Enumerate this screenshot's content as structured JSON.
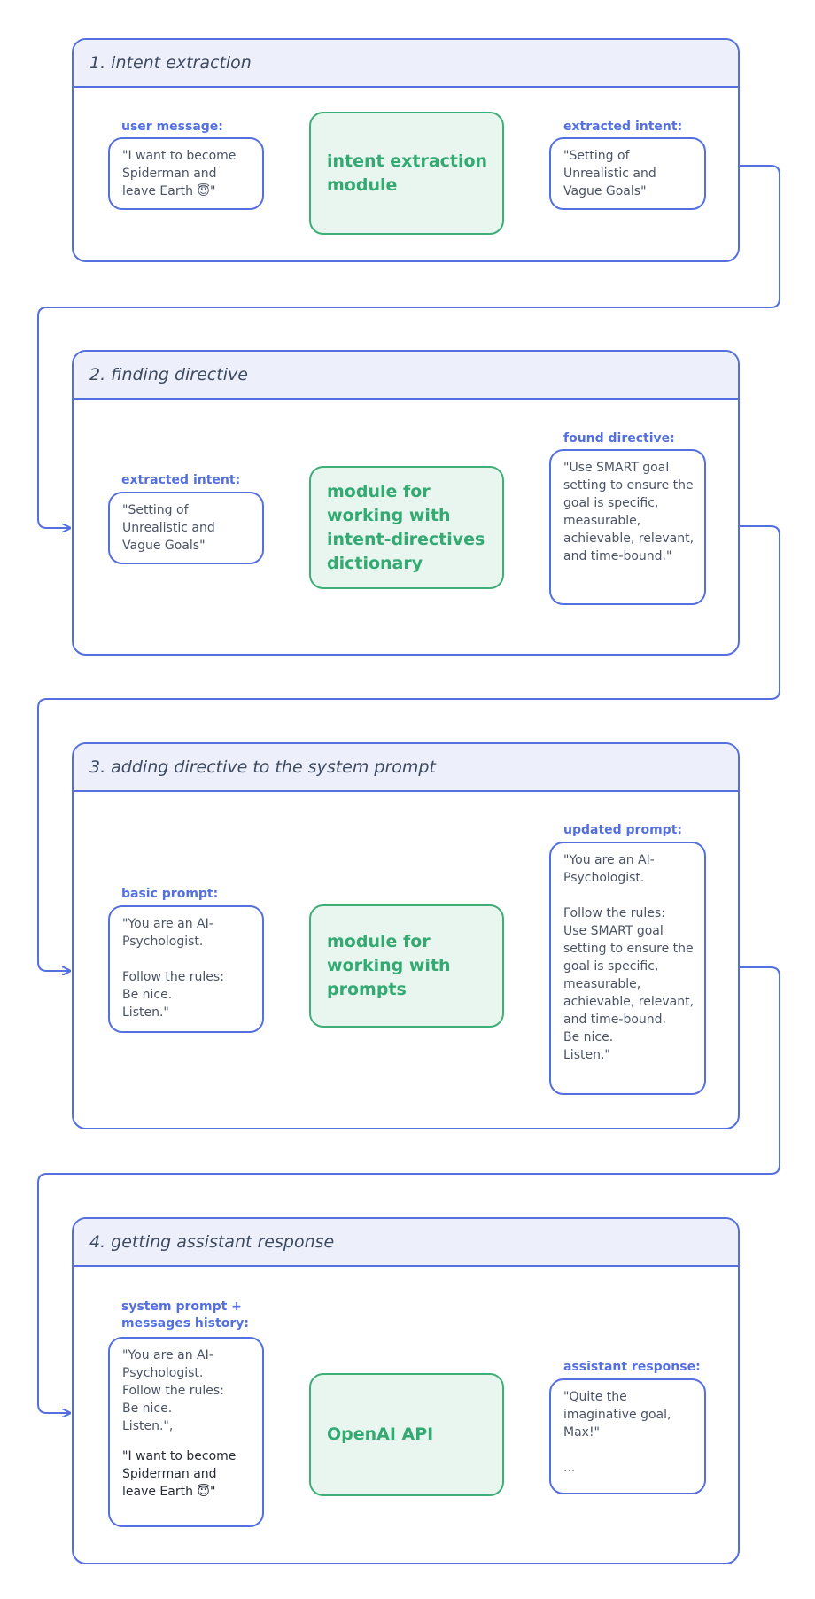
{
  "stages": [
    {
      "title": "1. intent extraction",
      "input_label": "user message:",
      "input_text": "\"I want to become Spiderman and leave Earth 😇\"",
      "module": "intent extraction module",
      "output_label": "extracted intent:",
      "output_text": "\"Setting of Unrealistic and Vague Goals\""
    },
    {
      "title": "2. finding directive",
      "input_label": "extracted intent:",
      "input_text": "\"Setting of Unrealistic and Vague Goals\"",
      "module": "module for working with intent-directives dictionary",
      "output_label": "found directive:",
      "output_text": "\"Use SMART goal setting to ensure the goal is specific, measurable, achievable, relevant, and time-bound.\""
    },
    {
      "title": "3. adding directive to the system prompt",
      "input_label": "basic prompt:",
      "input_text": "\"You are an AI-Psychologist.\n\nFollow the rules:\nBe nice.\nListen.\"",
      "module": "module for working with prompts",
      "output_label": "updated prompt:",
      "output_text": "\"You are an AI-Psychologist.\n\nFollow the rules:\nUse SMART goal setting to ensure the goal is specific, measurable, achievable, relevant, and time-bound.\nBe nice.\nListen.\""
    },
    {
      "title": "4. getting assistant response",
      "input_label": "system prompt + messages history:",
      "input_text": "\"You are an AI-Psychologist.\nFollow the rules:\nBe nice.\nListen.\",",
      "input_text_2": "\"I want to become Spiderman and leave Earth 😇\"",
      "module": "OpenAI API",
      "output_label": "assistant response:",
      "output_text": "\"Quite the imaginative goal, Max!\"\n\n..."
    }
  ],
  "colors": {
    "stage_border": "#5470e0",
    "stage_header": "#edf0fb",
    "module_border": "#3fae77",
    "module_fill": "#e9f6ef",
    "module_text": "#33aa72",
    "label_text": "#5470e0"
  }
}
